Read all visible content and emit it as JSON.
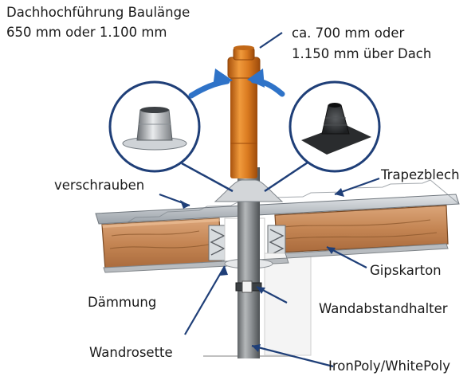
{
  "labels": {
    "dachhochfuehrung_line1": "Dachhochführung Baulänge",
    "dachhochfuehrung_line2": "650 mm oder 1.100 mm",
    "ueber_dach_line1": "ca. 700 mm oder",
    "ueber_dach_line2": "1.150 mm über Dach",
    "verschrauben": "verschrauben",
    "trapezblech": "Trapezblech",
    "gipskarton": "Gipskarton",
    "daemmung": "Dämmung",
    "wandabstandhalter": "Wandabstandhalter",
    "wandrosette": "Wandrosette",
    "ironpoly": "IronPoly/WhitePoly"
  },
  "colors": {
    "accent_orange": "#d9791f",
    "pipe_grey": "#8c8c8c",
    "callout_blue": "#1f3f78",
    "airflow_blue": "#2f73c8",
    "wood": "#c98d5a",
    "metal_sheet": "#c9ced3"
  },
  "icons": [
    "airflow-arrow-icon",
    "metal-roof-flashing-icon",
    "rubber-roof-flashing-icon"
  ]
}
